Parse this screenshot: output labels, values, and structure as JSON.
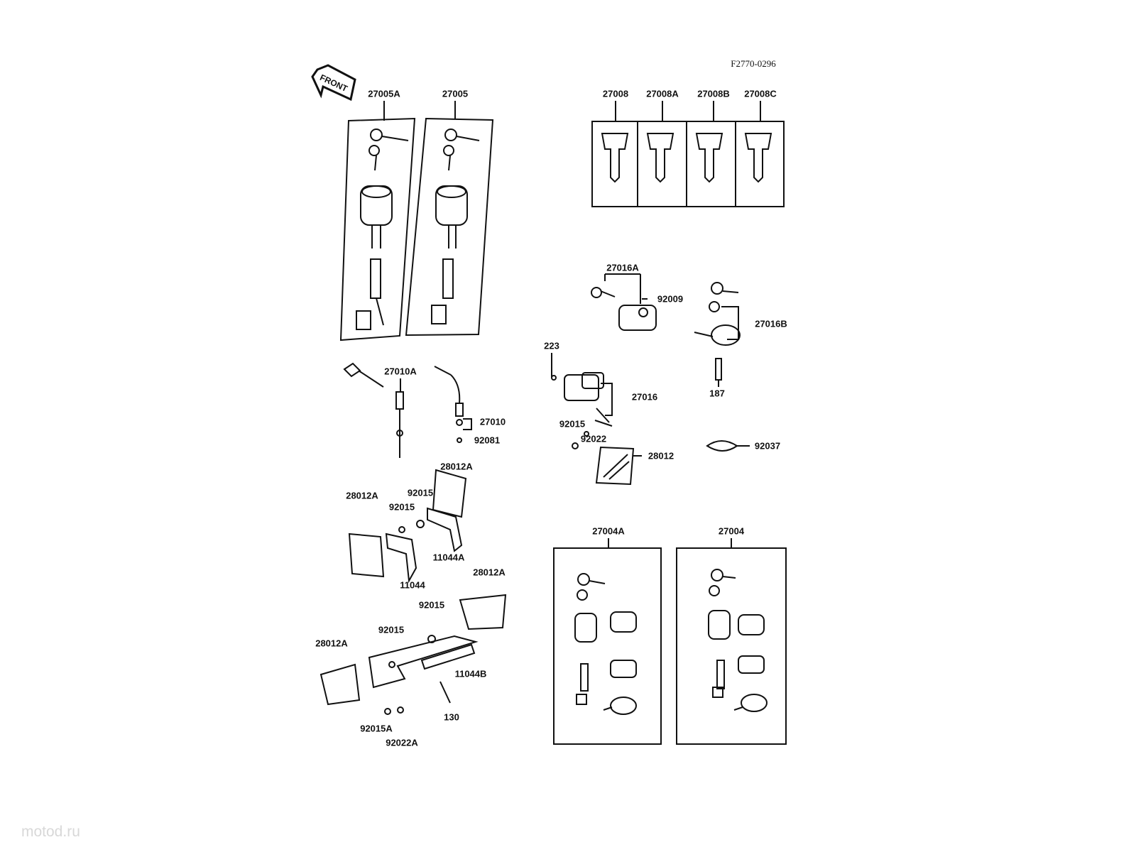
{
  "watermark": "motod.ru",
  "diagram_code": "F2770-0296",
  "front_label": "FRONT",
  "labels": {
    "p27005A": "27005A",
    "p27005": "27005",
    "p27008": "27008",
    "p27008A": "27008A",
    "p27008B": "27008B",
    "p27008C": "27008C",
    "p27016A": "27016A",
    "p92009": "92009",
    "p27016B": "27016B",
    "p223": "223",
    "p27016": "27016",
    "p187": "187",
    "p27010A": "27010A",
    "p27010": "27010",
    "p92081": "92081",
    "p92015r": "92015",
    "p92022r": "92022",
    "p28012": "28012",
    "p92037": "92037",
    "p28012A_1": "28012A",
    "p92015_1": "92015",
    "p28012A_2": "28012A",
    "p92015_2": "92015",
    "p11044A": "11044A",
    "p11044": "11044",
    "p28012A_3": "28012A",
    "p92015_3": "92015",
    "p92015_4": "92015",
    "p11044B": "11044B",
    "p28012A_4": "28012A",
    "p130": "130",
    "p92015A": "92015A",
    "p92022A": "92022A",
    "p27004A": "27004A",
    "p27004": "27004"
  }
}
